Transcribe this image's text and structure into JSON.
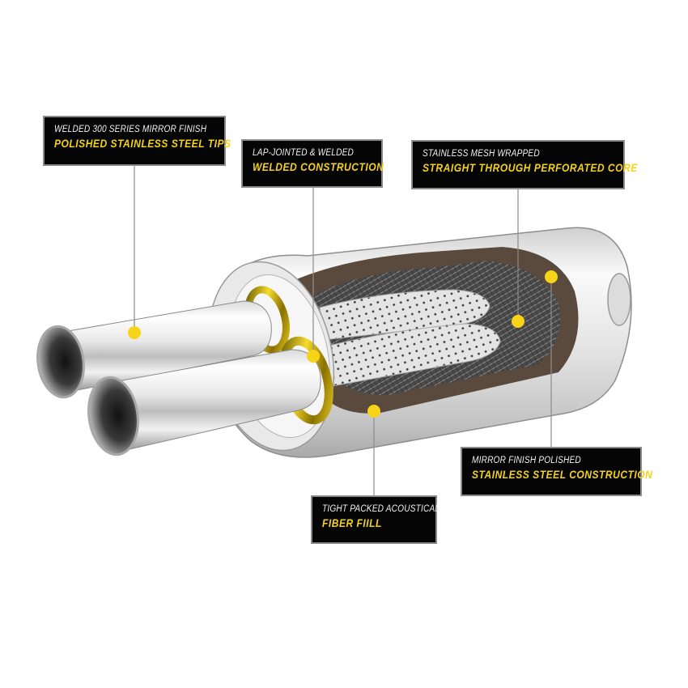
{
  "diagram": {
    "subject": "Cutaway view of a stainless steel dual-tip muffler",
    "colors": {
      "background": "#ffffff",
      "label_bg": "#050505",
      "label_border": "#8a8a8a",
      "label_line1": "#f2f2f2",
      "label_line2": "#f4d21a",
      "callout_dot": "#f7d417",
      "leader_line": "#8c8c8c"
    },
    "callouts": [
      {
        "id": "tips",
        "line1": "WELDED 300 SERIES MIRROR FINISH",
        "line2": "POLISHED STAINLESS STEEL TIPS"
      },
      {
        "id": "welded",
        "line1": "LAP-JOINTED & WELDED",
        "line2": "WELDED CONSTRUCTION"
      },
      {
        "id": "core",
        "line1": "STAINLESS MESH WRAPPED",
        "line2": "STRAIGHT THROUGH PERFORATED CORE"
      },
      {
        "id": "body",
        "line1": "MIRROR FINISH POLISHED",
        "line2": "STAINLESS STEEL CONSTRUCTION"
      },
      {
        "id": "fiber",
        "line1": "TIGHT PACKED ACOUSTICAL",
        "line2": "FIBER FIILL"
      }
    ]
  }
}
